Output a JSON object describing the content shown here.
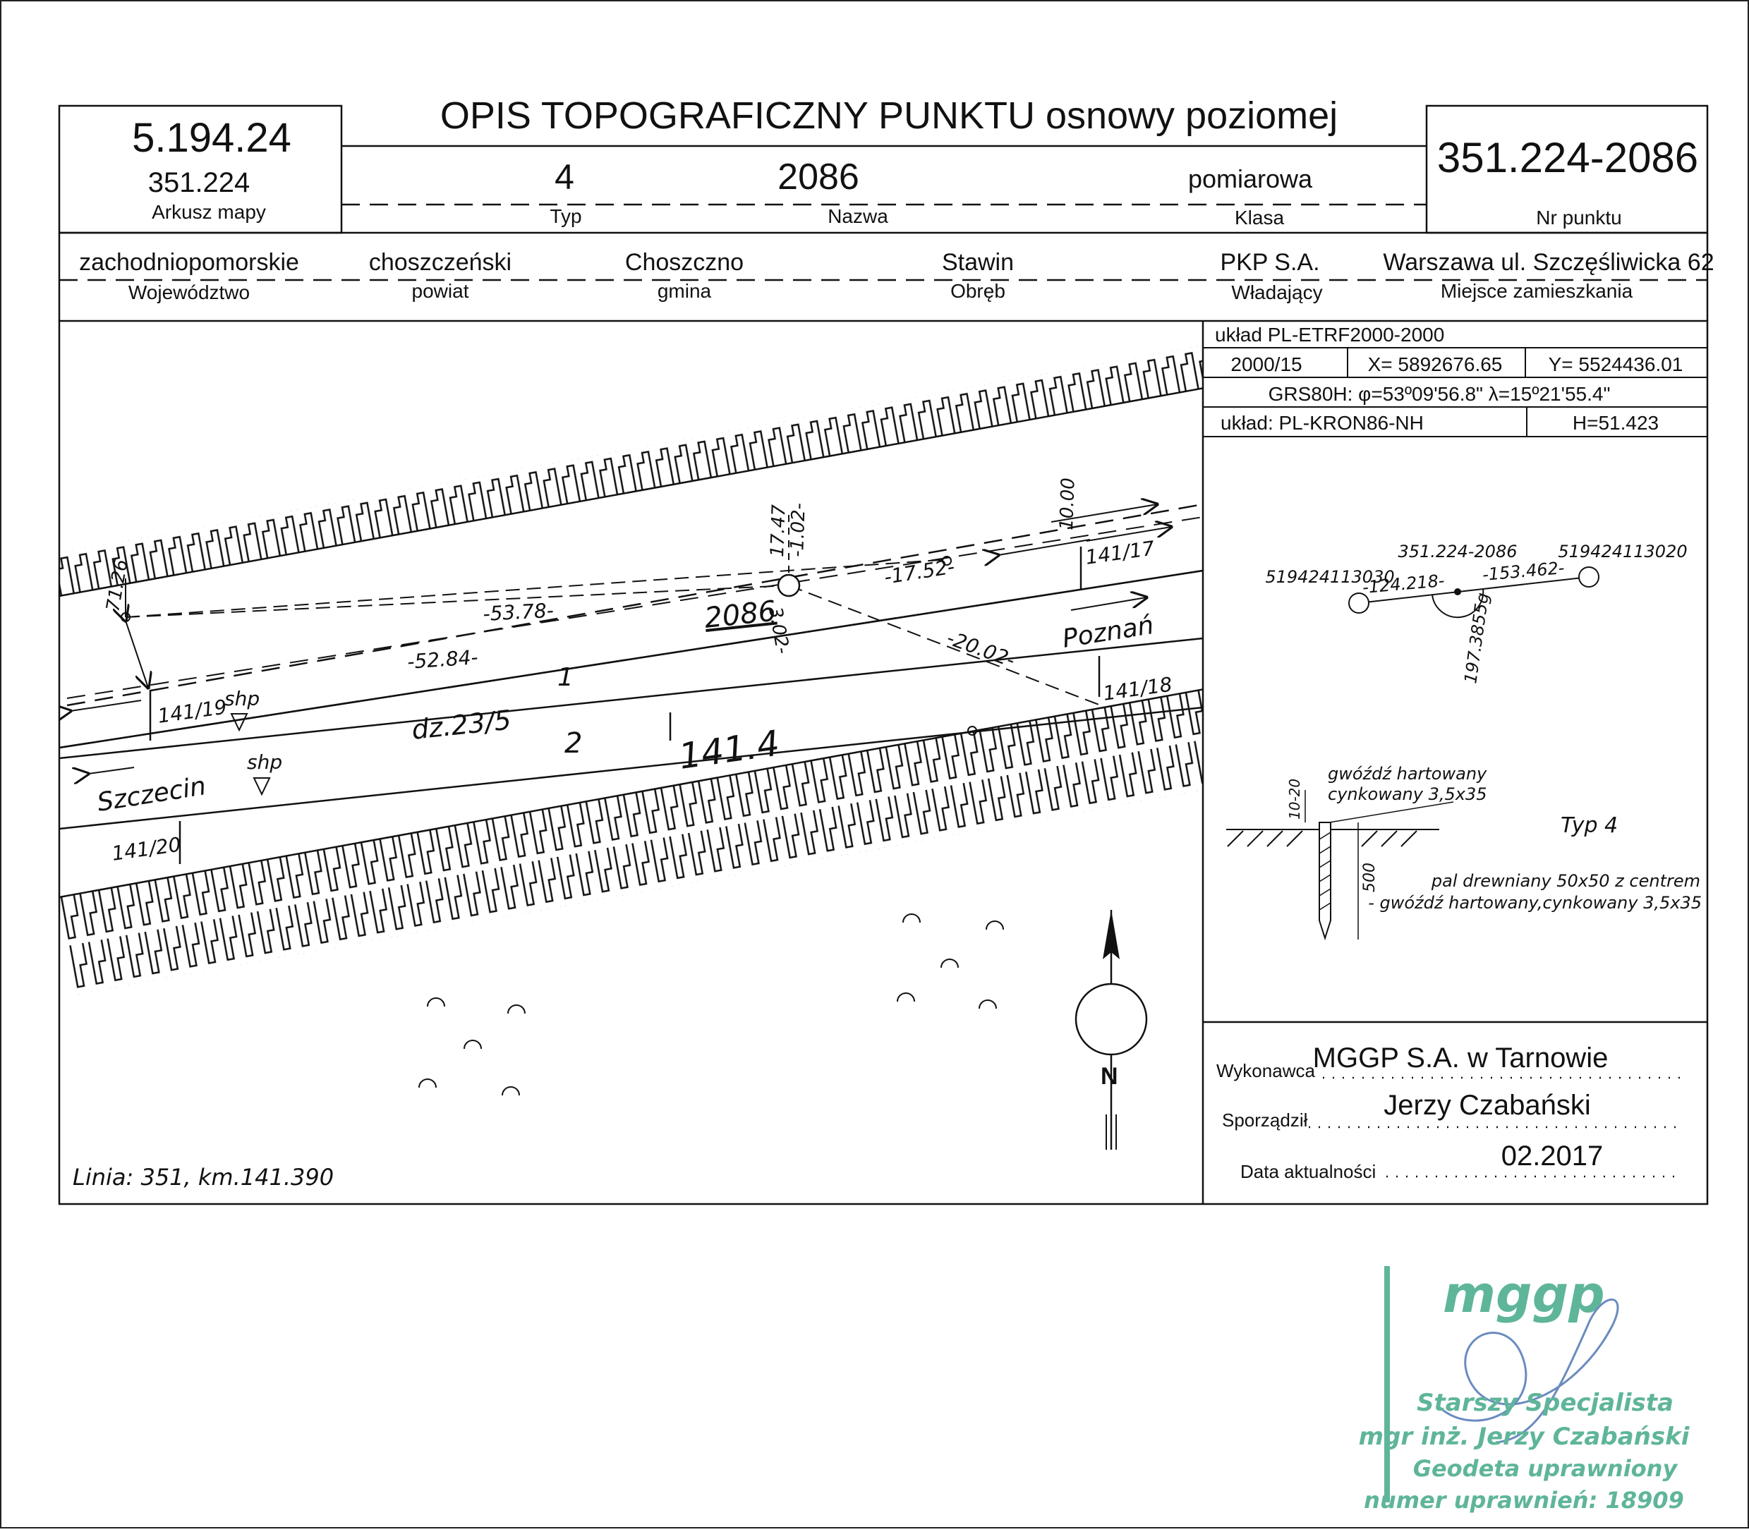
{
  "header": {
    "title": "OPIS TOPOGRAFICZNY PUNKTU osnowy poziomej",
    "sheet_no": "5.194.24",
    "sheet_sub": "351.224",
    "sheet_label": "Arkusz mapy",
    "type_value": "4",
    "type_label": "Typ",
    "name_value": "2086",
    "name_label": "Nazwa",
    "class_value": "pomiarowa",
    "class_label": "Klasa",
    "point_no": "351.224-2086",
    "point_no_label": "Nr punktu"
  },
  "location": {
    "voivodeship": "zachodniopomorskie",
    "voivodeship_label": "Województwo",
    "county": "choszczeński",
    "county_label": "powiat",
    "commune": "Choszczno",
    "commune_label": "gmina",
    "precinct": "Stawin",
    "precinct_label": "Obręb",
    "owner": "PKP S.A.",
    "owner_label": "Władający",
    "residence": "Warszawa ul. Szczęśliwicka 62",
    "residence_label": "Miejsce zamieszkania"
  },
  "coords": {
    "system": "układ PL-ETRF2000-2000",
    "zone": "2000/15",
    "x": "X= 5892676.65",
    "y": "Y= 5524436.01",
    "grs": "GRS80H: φ=53º09'56.8\" λ=15º21'55.4\"",
    "height_system": "układ: PL-KRON86-NH",
    "height": "H=51.423"
  },
  "map": {
    "point_label": "2086",
    "plot_label": "dz.23/5",
    "km_label": "141.4",
    "track_1": "1",
    "track_2": "2",
    "city_left": "Szczecin",
    "city_right": "Poznań",
    "shp_1": "shp",
    "shp_2": "shp",
    "post_1917": "141/17",
    "post_1918": "141/18",
    "post_1919": "141/19",
    "post_1920": "141/20",
    "d_1": "-53.78-",
    "d_2": "-52.84-",
    "d_3": "-17.52-",
    "d_4": "-20.02-",
    "d_5": "17.47",
    "d_6": "-1.02-",
    "d_7": "3.02-",
    "d_8": "10.00",
    "d_9": "71.26",
    "line_info": "Linia: 351, km.141.390",
    "north": "N"
  },
  "sketch": {
    "pt_left": "519424113030",
    "pt_center": "351.224-2086",
    "pt_right": "519424113020",
    "dist_left": "-124.218-",
    "dist_right": "-153.462-",
    "angle": "197.3855g",
    "nail_1": "gwóźdź hartowany",
    "nail_2": "cynkowany 3,5x35",
    "dim_top": "10-20",
    "dim_len": "500",
    "type": "Typ 4",
    "desc_1": "pal drewniany 50x50 z centrem",
    "desc_2": "- gwóźdź hartowany,cynkowany 3,5x35"
  },
  "footer": {
    "contractor_label": "Wykonawca",
    "contractor": "MGGP S.A.  w Tarnowie",
    "author_label": "Sporządził",
    "author": "Jerzy Czabański",
    "date_label": "Data aktualności",
    "date": "02.2017"
  },
  "stamp": {
    "logo": "mggp",
    "line_1": "Starszy Specjalista",
    "line_2": "mgr inż. Jerzy Czabański",
    "line_3": "Geodeta uprawniony",
    "line_4": "numer uprawnień: 18909"
  }
}
